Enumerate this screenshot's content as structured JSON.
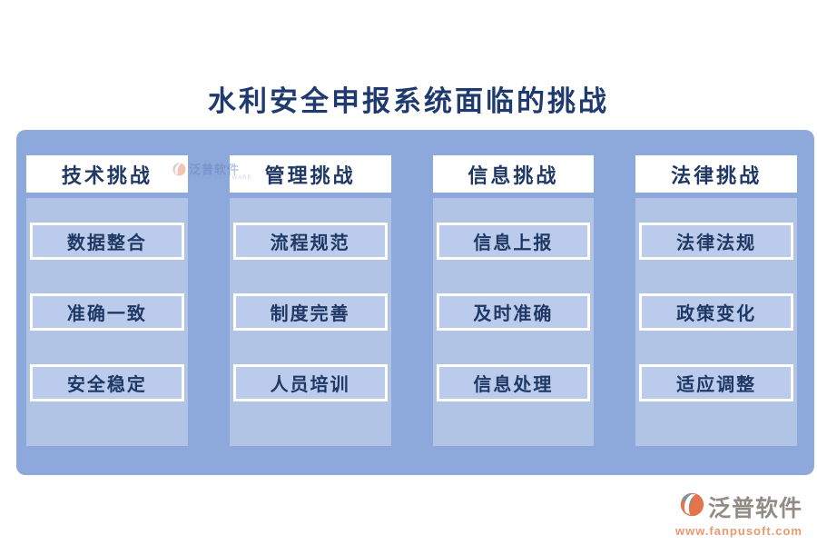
{
  "title": "水利安全申报系统面临的挑战",
  "columns": [
    {
      "header": "技术挑战",
      "items": [
        "数据整合",
        "准确一致",
        "安全稳定"
      ]
    },
    {
      "header": "管理挑战",
      "items": [
        "流程规范",
        "制度完善",
        "人员培训"
      ]
    },
    {
      "header": "信息挑战",
      "items": [
        "信息上报",
        "及时准确",
        "信息处理"
      ]
    },
    {
      "header": "法律挑战",
      "items": [
        "法律法规",
        "政策变化",
        "适应调整"
      ]
    }
  ],
  "watermark": {
    "name": "泛普软件",
    "subtext": "FANPU SOFTWARE"
  },
  "brand": {
    "name": "泛普软件",
    "url": "www.fanpusoft.com"
  },
  "colors": {
    "panel": "#8da9dc",
    "column_body": "#b2c4e6",
    "item_fill": "#bacbec",
    "header_bg": "#ffffff",
    "text_navy": "#1f3864",
    "brand_gray": "#928c85",
    "brand_orange": "#e89a70"
  }
}
